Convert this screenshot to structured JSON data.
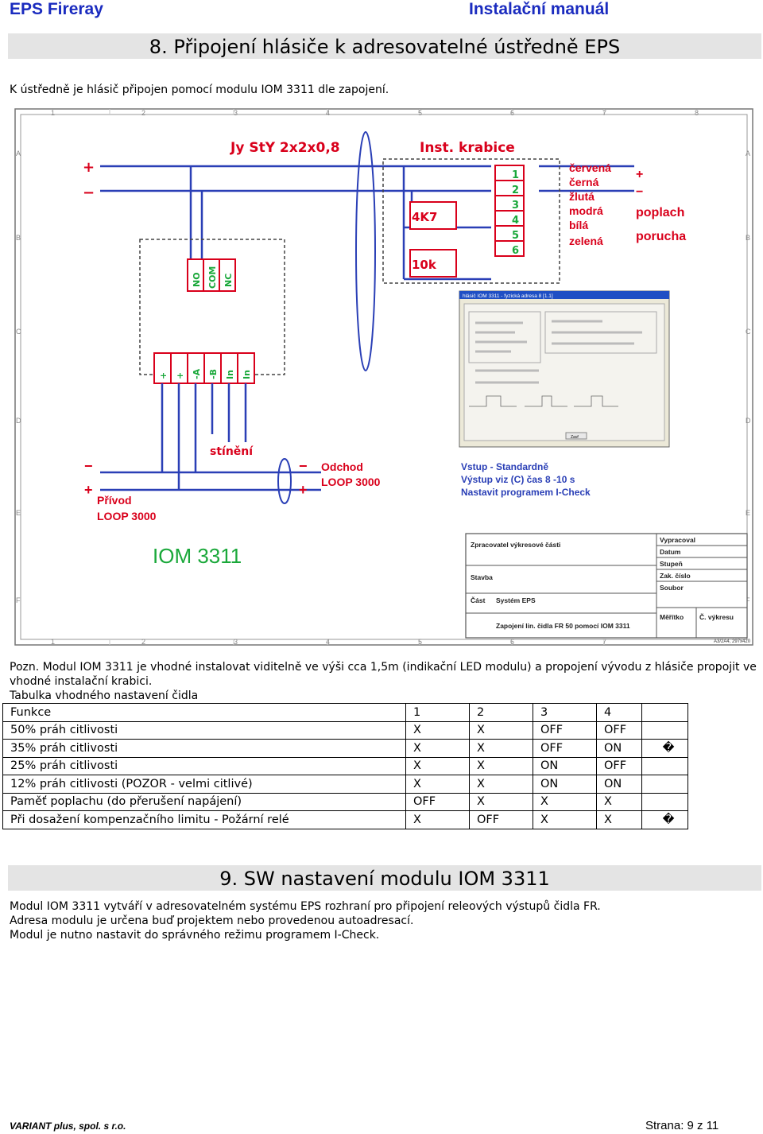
{
  "header": {
    "left": "EPS  Fireray",
    "right": "Instalační  manuál"
  },
  "section8": {
    "title": "8. Připojení hlásiče k adresovatelné ústředně EPS",
    "intro": "K ústředně je hlásič připojen pomocí modulu IOM 3311 dle zapojení."
  },
  "drawing": {
    "cable": "Jy StY 2x2x0,8",
    "box": "Inst. krabice",
    "plus": "+",
    "minus": "−",
    "terminal_numbers": [
      "1",
      "2",
      "3",
      "4",
      "5",
      "6"
    ],
    "wire_colors": [
      "červená",
      "černá",
      "žlutá",
      "modrá",
      "bílá",
      "zelená"
    ],
    "resistor_1": "4K7",
    "resistor_2": "10k",
    "out_poplach": "poplach",
    "out_porucha": "porucha",
    "relay_terms": [
      "NO",
      "COM",
      "NC"
    ],
    "module_terms": [
      "+",
      "+",
      "-A",
      "-B",
      "In",
      "In"
    ],
    "shield": "stínění",
    "odchod": "Odchod",
    "loop_out": "LOOP 3000",
    "privod": "Přívod",
    "loop_in": "LOOP 3000",
    "module_name": "IOM 3311",
    "note_1": "Vstup - Standardně",
    "note_2": "Výstup viz (C) čas 8 -10 s",
    "note_3": "Nastavit programem I-Check",
    "dialog_title": "hlásič IOM 3311 - fyzická adresa 8 [1.1]",
    "dialog_ok": "Zavř",
    "grid_numbers": [
      "1",
      "2",
      "3",
      "4",
      "5",
      "6",
      "7",
      "8"
    ],
    "grid_letters": [
      "A",
      "B",
      "C",
      "D",
      "E",
      "F"
    ],
    "title_block": {
      "zpracovatel": "Zpracovatel výkresové části",
      "vypracoval": "Vypracoval",
      "datum": "Datum",
      "stupen": "Stupeň",
      "zak_cislo": "Zak. číslo",
      "soubor": "Soubor",
      "stavba": "Stavba",
      "cast": "Část",
      "system": "Systém EPS",
      "meritko": "Měřítko",
      "c_vykresu": "Č. výkresu",
      "zapojeni": "Zapojení lin. čidla FR 50  pomocí IOM 3311",
      "format": "A3/2A4, 297x420"
    }
  },
  "note": {
    "text": "Pozn. Modul IOM 3311 je vhodné instalovat viditelně ve výši cca 1,5m (indikační LED modulu) a propojení vývodu z hlásiče propojit ve vhodné instalační krabici.",
    "table_caption": "Tabulka vhodného nastavení čidla"
  },
  "table": {
    "header": [
      "Funkce",
      "1",
      "2",
      "3",
      "4",
      ""
    ],
    "rows": [
      [
        "50% práh citlivosti",
        "X",
        "X",
        "OFF",
        "OFF",
        ""
      ],
      [
        "35% práh citlivosti",
        "X",
        "X",
        "OFF",
        "ON",
        "�"
      ],
      [
        "25% práh citlivosti",
        "X",
        "X",
        "ON",
        "OFF",
        ""
      ],
      [
        "12% práh citlivosti (POZOR - velmi citlivé)",
        "X",
        "X",
        "ON",
        "ON",
        ""
      ],
      [
        "Paměť poplachu (do přerušení napájení)",
        "OFF",
        "X",
        "X",
        "X",
        ""
      ],
      [
        "Při dosažení kompenzačního limitu - Požární relé",
        "X",
        "OFF",
        "X",
        "X",
        "�"
      ]
    ]
  },
  "section9": {
    "title": "9. SW nastavení modulu IOM 3311",
    "lines": [
      "Modul IOM 3311 vytváří v adresovatelném systému EPS rozhraní pro připojení releových výstupů čidla FR.",
      "Adresa modulu je určena buď projektem nebo provedenou autoadresací.",
      "Modul je nutno nastavit do správného režimu programem I-Check."
    ]
  },
  "footer": {
    "left": "VARIANT plus, spol. s r.o.",
    "page": "Strana: 9  z  11"
  },
  "colors": {
    "accent_blue": "#1a2bbf",
    "drawing_red": "#d9001b",
    "drawing_green": "#1aa83a",
    "wire_blue": "#2a3fb6"
  }
}
